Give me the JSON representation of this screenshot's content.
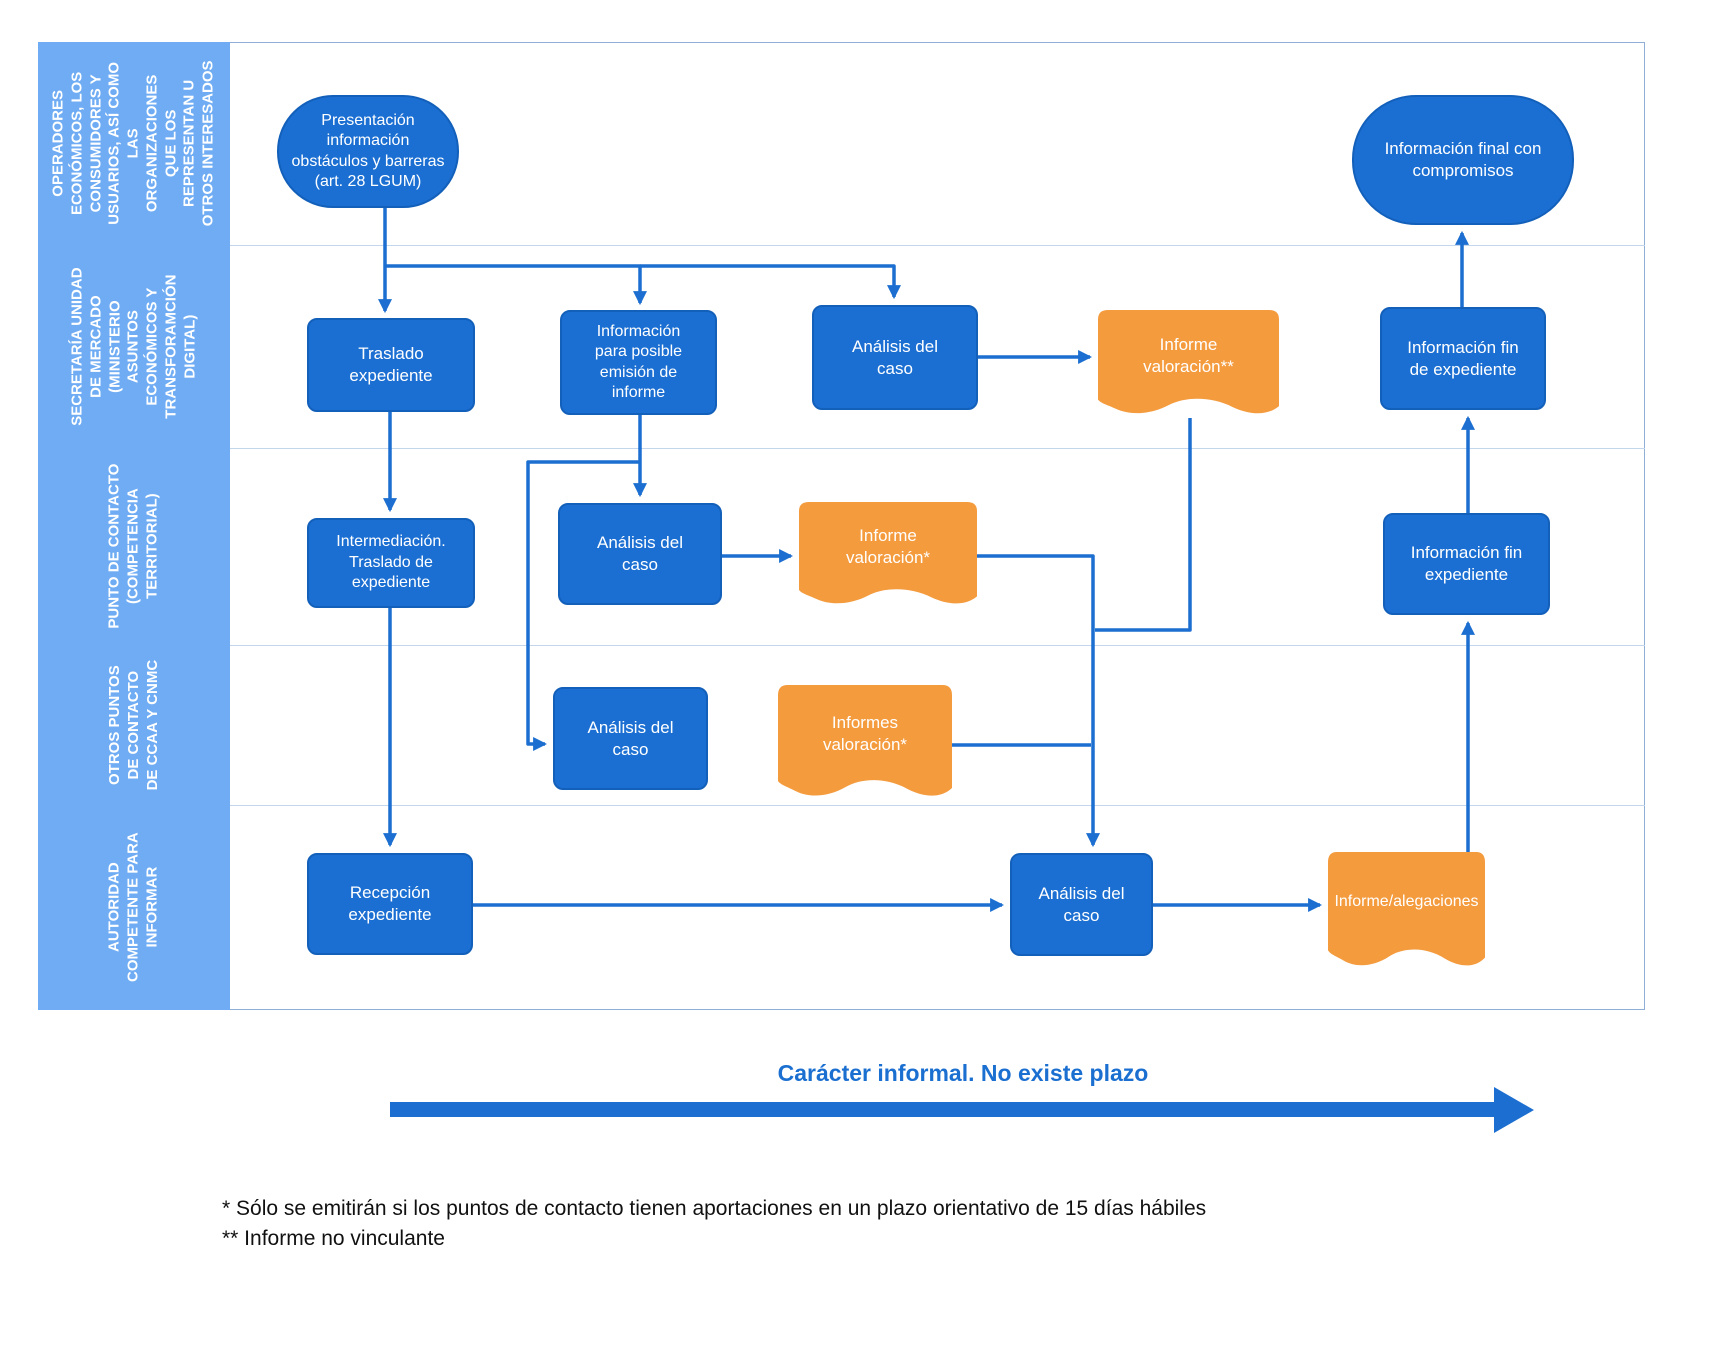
{
  "sidebar": {
    "lanes": [
      {
        "label": "OPERADORES\nECONÓMICOS, LOS\nCONSUMIDORES Y\nUSUARIOS, ASÍ COMO\nLAS\nORGANIZACIONES\nQUE LOS\nREPRESENTAN U\nOTROS INTERESADOS"
      },
      {
        "label": "SECRETARÍA UNIDAD\nDE MERCADO\n(MINISTERIO\nASUNTOS\nECONÓMICOS Y\nTRANSFORAMCIÓN\nDIGITAL)"
      },
      {
        "label": "PUNTO DE CONTACTO\n(COMPETENCIA\nTERRITORIAL)"
      },
      {
        "label": "OTROS PUNTOS\nDE CONTACTO\nDE CCAA Y CNMC"
      },
      {
        "label": "AUTORIDAD\nCOMPETENTE PARA\nINFORMAR"
      }
    ]
  },
  "nodes": {
    "presentacion": "Presentación\ninformación\nobstáculos y barreras\n(art. 28 LGUM)",
    "informacion_final": "Información final con\ncompromisos",
    "traslado": "Traslado\nexpediente",
    "info_posible": "Información\npara posible\nemisión de\ninforme",
    "analisis_secretaria": "Análisis del\ncaso",
    "informe_valoracion_2ast": "Informe\nvaloración**",
    "info_fin_de_expediente": "Información fin\nde expediente",
    "intermediacion": "Intermediación.\nTraslado de\nexpediente",
    "analisis_punto_contacto": "Análisis del\ncaso",
    "informe_valoracion_1ast": "Informe\nvaloración*",
    "info_fin_expediente": "Información fin\nexpediente",
    "analisis_otros_puntos": "Análisis del\ncaso",
    "informes_valoracion": "Informes\nvaloración*",
    "recepcion": "Recepción\nexpediente",
    "analisis_autoridad": "Análisis del\ncaso",
    "informe_alegaciones": "Informe/alegaciones"
  },
  "timeline": {
    "caption": "Carácter informal. No existe plazo"
  },
  "footnotes": {
    "line1": "* Sólo se emitirán si los puntos de contacto tienen aportaciones en un plazo orientativo de 15 días hábiles",
    "line2": "** Informe no vinculante"
  },
  "colors": {
    "node_blue": "#1b6fd2",
    "node_orange": "#f49b3e",
    "connector": "#1c6fd0",
    "lane_bg": "#6facf3",
    "caption": "#1b6fd0"
  }
}
